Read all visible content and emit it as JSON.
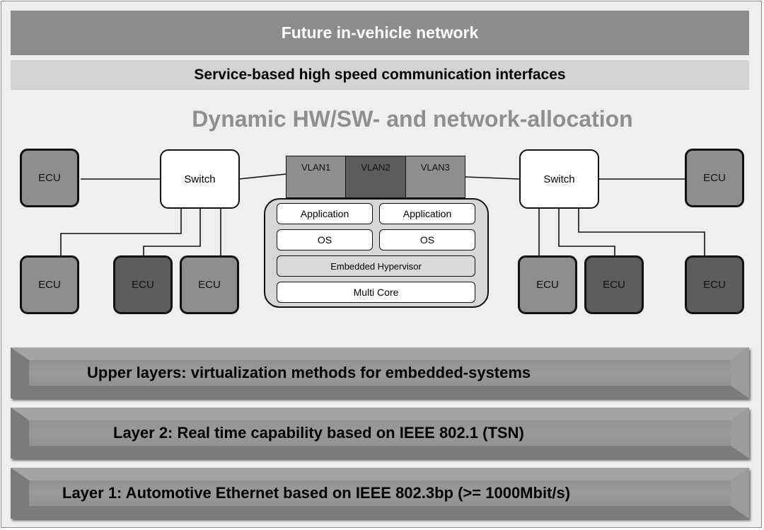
{
  "header": {
    "title": "Future in-vehicle network",
    "subtitle": "Service-based high speed communication interfaces"
  },
  "diagram": {
    "heading": "Dynamic HW/SW- and network-allocation",
    "ecu_label": "ECU",
    "switch_label": "Switch",
    "vlans": [
      "VLAN1",
      "VLAN2",
      "VLAN3"
    ],
    "stack": {
      "app_left": "Application",
      "app_right": "Application",
      "os_left": "OS",
      "os_right": "OS",
      "hypervisor": "Embedded Hypervisor",
      "multicore": "Multi Core"
    }
  },
  "layers": {
    "upper": "Upper layers: virtualization methods for embedded-systems",
    "layer2": "Layer 2: Real time capability based on IEEE 802.1 (TSN)",
    "layer1": "Layer 1: Automotive Ethernet based on IEEE 802.3bp (>= 1000Mbit/s)"
  },
  "colors": {
    "title_bar": "#8c8c8c",
    "subtitle_bar": "#d3d3d3",
    "ecu_mid": "#8e8e8e",
    "ecu_dark": "#5d5d5d"
  }
}
